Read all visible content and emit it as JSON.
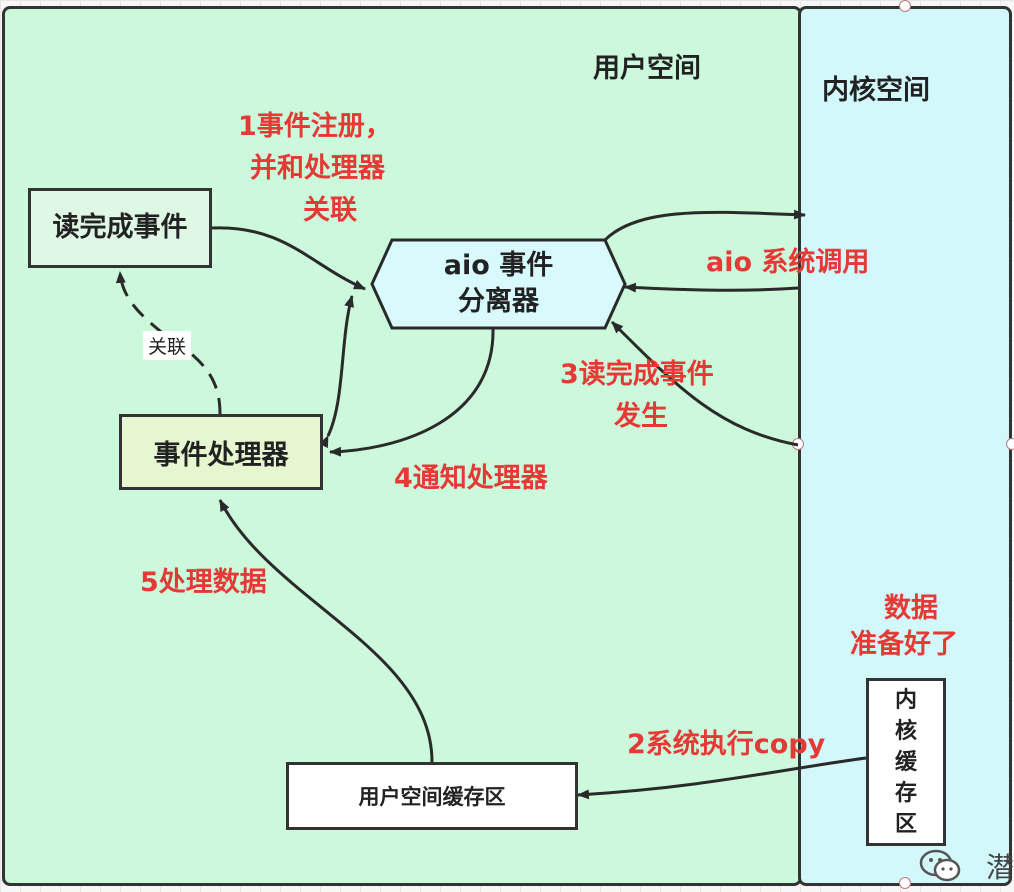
{
  "zones": {
    "user_space": "用户空间",
    "kernel_space": "内核空间"
  },
  "nodes": {
    "read_complete_event": "读完成事件",
    "aio_demux_line1": "aio 事件",
    "aio_demux_line2": "分离器",
    "event_handler": "事件处理器",
    "user_buffer": "用户空间缓存区",
    "kernel_buffer": "内核缓存区"
  },
  "labels": {
    "step1_line1": "1事件注册，",
    "step1_line2": "并和处理器",
    "step1_line3": "关联",
    "aio_syscall": "aio 系统调用",
    "step3_line1": "3读完成事件",
    "step3_line2": "发生",
    "step4": "4通知处理器",
    "step5": "5处理数据",
    "data_ready_line1": "数据",
    "data_ready_line2": "准备好了",
    "step2": "2系统执行copy",
    "assoc": "关联"
  },
  "watermark": "潜",
  "colors": {
    "user_space_fill": "#ccf8dc",
    "kernel_space_fill": "#d2f8fb",
    "label_red": "#e53935",
    "handler_fill": "#e5f6d0",
    "demux_fill": "#d9fafd"
  }
}
